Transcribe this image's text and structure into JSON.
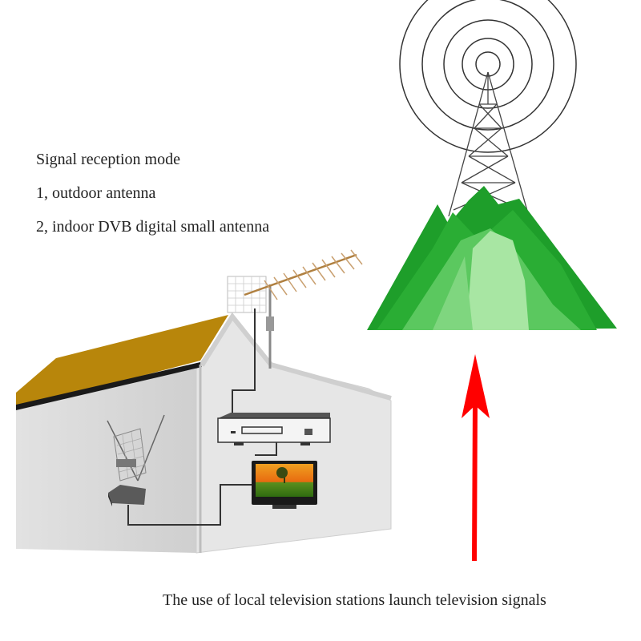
{
  "texts": {
    "mode_title": "Signal reception mode",
    "mode_1": "1, outdoor antenna",
    "mode_2": "2, indoor DVB digital small antenna",
    "footer": "The use of local television stations launch television signals"
  },
  "icons": {
    "tower": "broadcast-tower-icon",
    "mountain": "mountain-icon",
    "house": "house-icon",
    "outdoor_antenna": "yagi-antenna-icon",
    "indoor_antenna": "indoor-antenna-icon",
    "set_top_box": "set-top-box-icon",
    "tv": "tv-icon",
    "arrow": "up-arrow-icon"
  },
  "colors": {
    "roof": "#b8860b",
    "wall": "#d9d9d9",
    "mountain_dark": "#1e9e2a",
    "mountain_mid": "#3dbb45",
    "mountain_light": "#a8e6a3",
    "arrow": "#ff0000"
  }
}
